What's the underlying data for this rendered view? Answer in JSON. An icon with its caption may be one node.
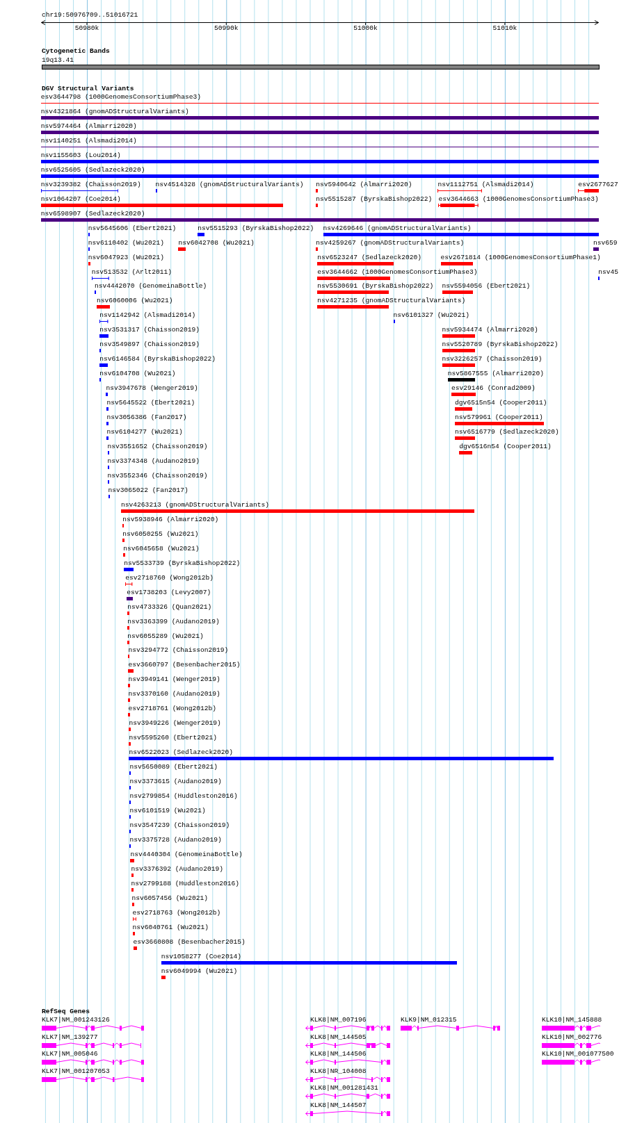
{
  "diagram": {
    "nodes": [
      {
        "text": [
          "19q13.41"
        ]
      },
      {
        "text": [
          "esv3644798 (1000GenomesConsortiumPhase3)"
        ]
      },
      {
        "text": [
          "nsv4321864 (gnomADStructuralVariants)"
        ]
      },
      {
        "text": [
          "nsv5974464 (Almarri2020)"
        ]
      },
      {
        "text": [
          "nsv1140251 (Alsmadi2014)"
        ]
      },
      {
        "text": [
          "nsv1155603 (Lou2014)"
        ]
      },
      {
        "text": [
          "nsv6525605 (Sedlazeck2020)"
        ]
      },
      {
        "text": [
          "nsv3239382 (Chaisson2019)"
        ]
      },
      {
        "text": [
          "nsv4514328 (gnomADStructuralVariants)"
        ]
      },
      {
        "text": [
          "nsv5940642 (Almarri2020)"
        ]
      },
      {
        "text": [
          "nsv1112751 (Alsmadi2014)"
        ]
      },
      {
        "text": [
          "esv2677627"
        ]
      },
      {
        "text": [
          "nsv1064207 (Coe2014)"
        ]
      },
      {
        "text": [
          "nsv5515287 (ByrskaBishop2022)"
        ]
      },
      {
        "text": [
          "esv3644663 (1000GenomesConsortiumPhase3)"
        ]
      },
      {
        "text": [
          "nsv6598907 (Sedlazeck2020)"
        ]
      },
      {
        "text": [
          "nsv5645606 (Ebert2021)"
        ]
      },
      {
        "text": [
          "nsv5515293 (ByrskaBishop2022)"
        ]
      },
      {
        "text": [
          "nsv4269646 (gnomADStructuralVariants)"
        ]
      },
      {
        "text": [
          "nsv6110402 (Wu2021)"
        ]
      },
      {
        "text": [
          "nsv6042708 (Wu2021)"
        ]
      },
      {
        "text": [
          "nsv4259267 (gnomADStructuralVariants)"
        ]
      },
      {
        "text": [
          "nsv659"
        ]
      },
      {
        "text": [
          "nsv6047923 (Wu2021)"
        ]
      },
      {
        "text": [
          "nsv6523247 (Sedlazeck2020)"
        ]
      },
      {
        "text": [
          "esv2671814 (1000GenomesConsortiumPhase1)"
        ]
      },
      {
        "text": [
          "nsv513532 (Arlt2011)"
        ]
      },
      {
        "text": [
          "esv3644662 (1000GenomesConsortiumPhase3)"
        ]
      },
      {
        "text": [
          "nsv45"
        ]
      },
      {
        "text": [
          "nsv4442070 (GenomeinaBottle)"
        ]
      },
      {
        "text": [
          "nsv5530691 (ByrskaBishop2022)"
        ]
      },
      {
        "text": [
          "nsv5594056 (Ebert2021)"
        ]
      },
      {
        "text": [
          "nsv6060006 (Wu2021)"
        ]
      },
      {
        "text": [
          "nsv4271235 (gnomADStructuralVariants)"
        ]
      },
      {
        "text": [
          "nsv1142942 (Alsmadi2014)"
        ]
      },
      {
        "text": [
          "nsv6101327 (Wu2021)"
        ]
      },
      {
        "text": [
          "nsv3531317 (Chaisson2019)"
        ]
      },
      {
        "text": [
          "nsv5934474 (Almarri2020)"
        ]
      },
      {
        "text": [
          "nsv3549897 (Chaisson2019)"
        ]
      },
      {
        "text": [
          "nsv5520789 (ByrskaBishop2022)"
        ]
      },
      {
        "text": [
          "nsv6146584 (ByrskaBishop2022)"
        ]
      },
      {
        "text": [
          "nsv3226257 (Chaisson2019)"
        ]
      },
      {
        "text": [
          "nsv6104708 (Wu2021)"
        ]
      },
      {
        "text": [
          "nsv5867555 (Almarri2020)"
        ]
      },
      {
        "text": [
          "nsv3947678 (Wenger2019)"
        ]
      },
      {
        "text": [
          "esv29146 (Conrad2009)"
        ]
      },
      {
        "text": [
          "nsv5645522 (Ebert2021)"
        ]
      },
      {
        "text": [
          "dgv6515n54 (Cooper2011)"
        ]
      },
      {
        "text": [
          "nsv3056386 (Fan2017)"
        ]
      },
      {
        "text": [
          "nsv579961 (Cooper2011)"
        ]
      },
      {
        "text": [
          "nsv6104277 (Wu2021)"
        ]
      },
      {
        "text": [
          "nsv6516779 (Sedlazeck2020)"
        ]
      },
      {
        "text": [
          "nsv3551652 (Chaisson2019)"
        ]
      },
      {
        "text": [
          "dgv6516n54 (Cooper2011)"
        ]
      },
      {
        "text": [
          "nsv3374348 (Audano2019)"
        ]
      },
      {
        "text": [
          "nsv3552346 (Chaisson2019)"
        ]
      },
      {
        "text": [
          "nsv3065022 (Fan2017)"
        ]
      },
      {
        "text": [
          "nsv4263213 (gnomADStructuralVariants)"
        ]
      },
      {
        "text": [
          "nsv5938946 (Almarri2020)"
        ]
      },
      {
        "text": [
          "nsv6050255 (Wu2021)"
        ]
      },
      {
        "text": [
          "nsv6045658 (Wu2021)"
        ]
      },
      {
        "text": [
          "nsv5533739 (ByrskaBishop2022)"
        ]
      },
      {
        "text": [
          "esv2718760 (Wong2012b)"
        ]
      },
      {
        "text": [
          "esv1738203 (Levy2007)"
        ]
      },
      {
        "text": [
          "nsv4733326 (Quan2021)"
        ]
      },
      {
        "text": [
          "nsv3363399 (Audano2019)"
        ]
      },
      {
        "text": [
          "nsv6055289 (Wu2021)"
        ]
      },
      {
        "text": [
          "nsv3294772 (Chaisson2019)"
        ]
      },
      {
        "text": [
          "esv3660797 (Besenbacher2015)"
        ]
      },
      {
        "text": [
          "nsv3949141 (Wenger2019)"
        ]
      },
      {
        "text": [
          "nsv3370160 (Audano2019)"
        ]
      },
      {
        "text": [
          "esv2718761 (Wong2012b)"
        ]
      },
      {
        "text": [
          "nsv3949226 (Wenger2019)"
        ]
      },
      {
        "text": [
          "nsv5595260 (Ebert2021)"
        ]
      },
      {
        "text": [
          "nsv6522023 (Sedlazeck2020)"
        ]
      },
      {
        "text": [
          "nsv5650089 (Ebert2021)"
        ]
      },
      {
        "text": [
          "nsv3373615 (Audano2019)"
        ]
      },
      {
        "text": [
          "nsv2799854 (Huddleston2016)"
        ]
      },
      {
        "text": [
          "nsv6101519 (Wu2021)"
        ]
      },
      {
        "text": [
          "nsv3547239 (Chaisson2019)"
        ]
      },
      {
        "text": [
          "nsv3375728 (Audano2019)"
        ]
      },
      {
        "text": [
          "nsv4440304 (GenomeinaBottle)"
        ]
      },
      {
        "text": [
          "nsv3376392 (Audano2019)"
        ]
      },
      {
        "text": [
          "nsv2799188 (Huddleston2016)"
        ]
      },
      {
        "text": [
          "nsv6057456 (Wu2021)"
        ]
      },
      {
        "text": [
          "esv2718763 (Wong2012b)"
        ]
      },
      {
        "text": [
          "nsv6040761 (Wu2021)"
        ]
      },
      {
        "text": [
          "esv3660808 (Besenbacher2015)"
        ]
      },
      {
        "text": [
          "nsv1058277 (Coe2014)"
        ]
      },
      {
        "text": [
          "nsv6049994 (Wu2021)"
        ]
      },
      {
        "text": [
          "KLK7|NM_001243126"
        ]
      },
      {
        "text": [
          "KLK8|NM_007196"
        ]
      },
      {
        "text": [
          "KLK9|NM_012315"
        ]
      },
      {
        "text": [
          "KLK10|NM_145888"
        ]
      },
      {
        "text": [
          "KLK7|NM_139277"
        ]
      },
      {
        "text": [
          "KLK8|NM_144505"
        ]
      },
      {
        "text": [
          "KLK10|NM_002776"
        ]
      },
      {
        "text": [
          "KLK7|NM_005046"
        ]
      },
      {
        "text": [
          "KLK8|NM_144506"
        ]
      },
      {
        "text": [
          "KLK10|NM_001077500"
        ]
      },
      {
        "text": [
          "KLK7|NM_001207053"
        ]
      },
      {
        "text": [
          "KLK8|NR_104008"
        ]
      },
      {
        "text": [
          "KLK8|NM_001281431"
        ]
      },
      {
        "text": [
          "KLK8|NM_144507"
        ]
      }
    ],
    "labels": [
      "chr19:50976709..51016721",
      "50980k",
      "50990k",
      "51000k",
      "51010k",
      "Cytogenetic Bands",
      "DGV Structural Variants",
      "RefSeq Genes"
    ]
  }
}
